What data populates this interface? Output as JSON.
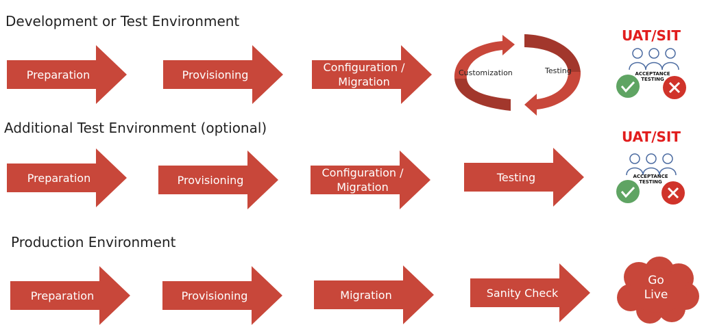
{
  "colors": {
    "arrow": "#c8473a",
    "arrow_dark": "#a2372c",
    "check": "#5fa463",
    "x": "#d0332a",
    "uat": "#e11d1d"
  },
  "rows": [
    {
      "heading": "Development or Test Environment",
      "steps": [
        "Preparation",
        "Provisioning",
        "Configuration /\nMigration"
      ],
      "cycle": {
        "left": "Customization",
        "right": "Testing"
      },
      "uat": {
        "title": "UAT/SIT",
        "label": "ACCEPTANCE\nTESTING"
      }
    },
    {
      "heading": "Additional Test Environment (optional)",
      "steps": [
        "Preparation",
        "Provisioning",
        "Configuration /\nMigration",
        "Testing"
      ],
      "uat": {
        "title": "UAT/SIT",
        "label": "ACCEPTANCE\nTESTING"
      }
    },
    {
      "heading": "Production Environment",
      "steps": [
        "Preparation",
        "Provisioning",
        "Migration",
        "Sanity Check"
      ],
      "final": "Go\nLive"
    }
  ],
  "icons": [
    "people-icon",
    "check-icon",
    "x-icon",
    "cloud-icon"
  ]
}
